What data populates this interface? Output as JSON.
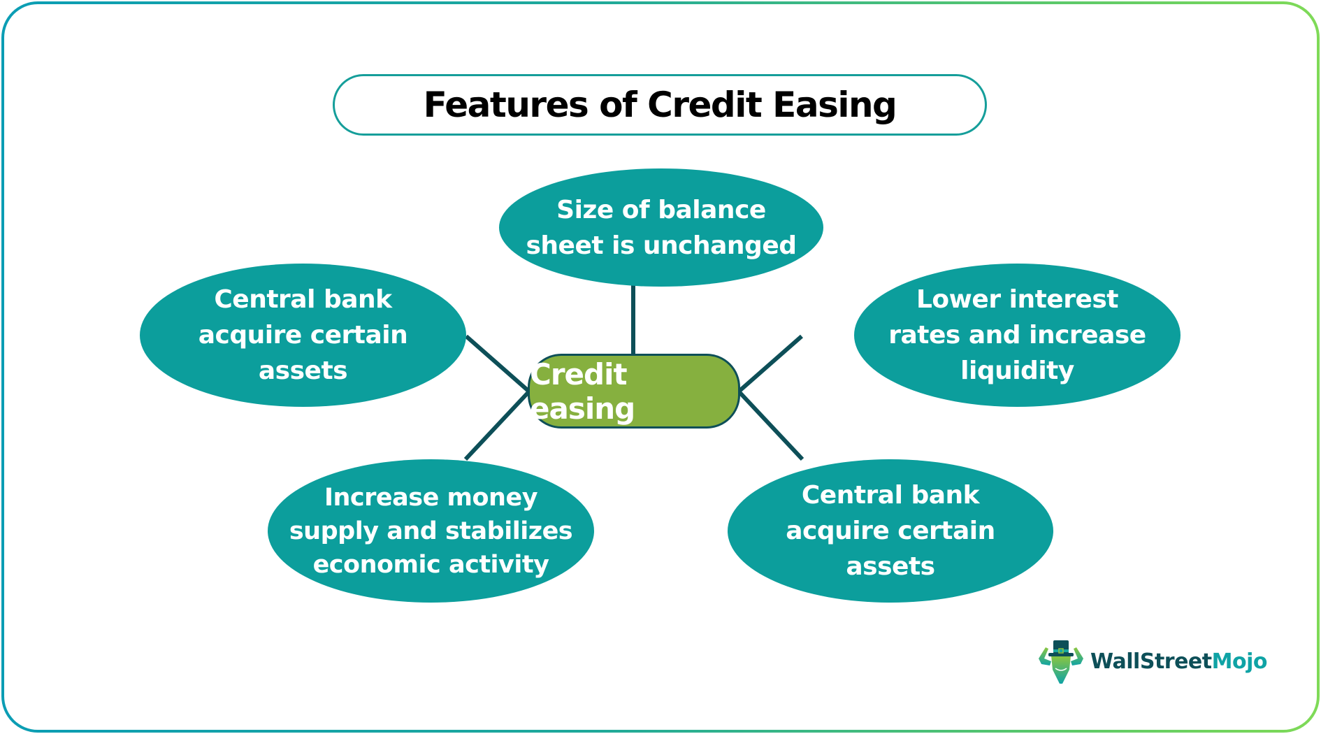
{
  "title": "Features of Credit Easing",
  "center": {
    "label": "Credit easing"
  },
  "nodes": [
    {
      "id": "top",
      "label": "Size of balance\nsheet is unchanged"
    },
    {
      "id": "left-top",
      "label": "Central bank\nacquire certain\nassets"
    },
    {
      "id": "right-top",
      "label": "Lower interest\nrates and increase\nliquidity"
    },
    {
      "id": "bottom-left",
      "label": "Increase money\nsupply and stabilizes\neconomic activity"
    },
    {
      "id": "bottom-right",
      "label": "Central bank\nacquire certain\nassets"
    }
  ],
  "logo": {
    "part1": "WallStreet",
    "part2": "Mojo",
    "icon": "bull-with-top-hat-icon"
  },
  "colors": {
    "node_fill": "#0c9e9c",
    "center_fill": "#86b03f",
    "connector": "#0d4f58",
    "title_border": "#159e9a",
    "frame_gradient_start": "#0b9db4",
    "frame_gradient_end": "#7fda57",
    "logo_dark": "#0d4f58",
    "logo_accent": "#0fa3a5"
  }
}
